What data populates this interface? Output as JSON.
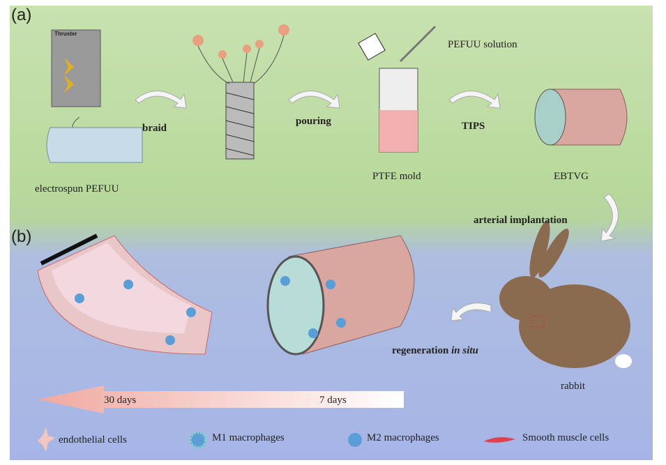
{
  "panel_a": {
    "label": "(a)",
    "thruster": "Thruster",
    "electrospun": "electrospun PEFUU",
    "braid": "braid",
    "pouring": "pouring",
    "solution": "PEFUU solution",
    "tips": "TIPS",
    "mold": "PTFE mold",
    "graft": "EBTVG",
    "implant": "arterial implantation"
  },
  "panel_b": {
    "label": "(b)",
    "regen": "regeneration ",
    "regen_italic": "in situ",
    "rabbit": "rabbit",
    "day30": "30 days",
    "day7": "7 days"
  },
  "legend": [
    {
      "label": "endothelial cells"
    },
    {
      "label": "M1 macrophages"
    },
    {
      "label": "M2 macrophages"
    },
    {
      "label": "Smooth muscle cells"
    }
  ]
}
